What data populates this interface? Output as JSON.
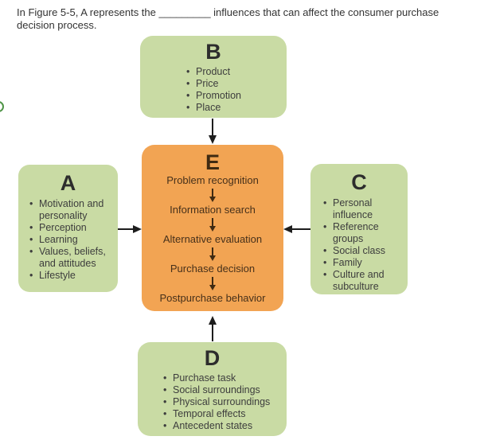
{
  "question": {
    "text": "In Figure 5-5, A represents the _________ influences that can affect the consumer purchase decision process."
  },
  "colors": {
    "green_box": "#c9dba4",
    "orange_box": "#f2a453",
    "box_title": "#2d2d2d",
    "box_text": "#3d3d3d",
    "orange_title": "#3f2a12",
    "orange_text": "#46301a",
    "arrow": "#1d1d1d",
    "ring": "#4f9447",
    "question_text": "#333333"
  },
  "diagram": {
    "box_a": {
      "label": "A",
      "items": [
        "Motivation and personality",
        "Perception",
        "Learning",
        "Values, beliefs, and attitudes",
        "Lifestyle"
      ]
    },
    "box_b": {
      "label": "B",
      "items": [
        "Product",
        "Price",
        "Promotion",
        "Place"
      ]
    },
    "box_c": {
      "label": "C",
      "items": [
        "Personal influence",
        "Reference groups",
        "Social class",
        "Family",
        "Culture and subculture"
      ]
    },
    "box_d": {
      "label": "D",
      "items": [
        "Purchase task",
        "Social surroundings",
        "Physical surroundings",
        "Temporal effects",
        "Antecedent states"
      ]
    },
    "box_e": {
      "label": "E",
      "steps": [
        "Problem recognition",
        "Information search",
        "Alternative evaluation",
        "Purchase decision",
        "Postpurchase behavior"
      ]
    }
  }
}
